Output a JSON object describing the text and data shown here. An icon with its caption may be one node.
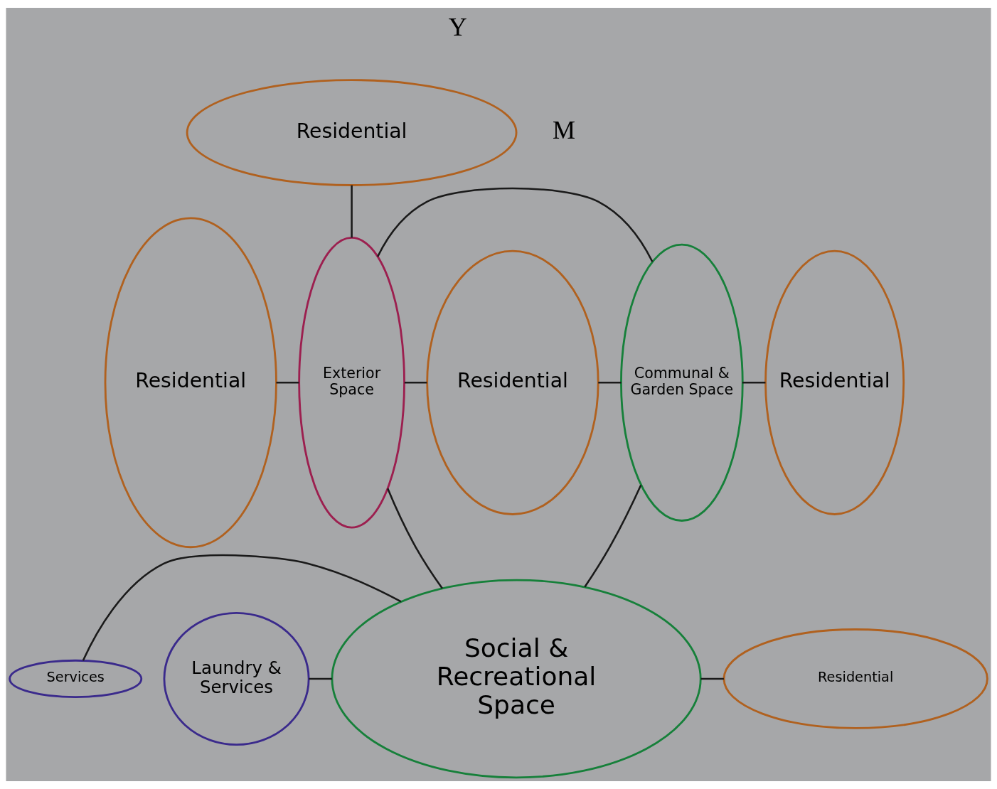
{
  "diagram": {
    "nodes": [
      {
        "text": [
          "Residential"
        ]
      },
      {
        "text": [
          "Residential"
        ]
      },
      {
        "text": [
          "Exterior Space"
        ]
      },
      {
        "text": [
          "Residential"
        ]
      },
      {
        "text": [
          "Communal & Garden Space"
        ]
      },
      {
        "text": [
          "Residential"
        ]
      },
      {
        "text": [
          "Services"
        ]
      },
      {
        "text": [
          "Laundry & Services"
        ]
      },
      {
        "text": [
          "Social & Recreational Space"
        ]
      },
      {
        "text": [
          "Residential"
        ]
      }
    ],
    "edges": [
      {
        "from": 0,
        "to": 2,
        "arrow": "none"
      },
      {
        "from": 1,
        "to": 2,
        "arrow": "none"
      },
      {
        "from": 2,
        "to": 3,
        "arrow": "none"
      },
      {
        "from": 2,
        "to": 4,
        "arrow": "none"
      },
      {
        "from": 3,
        "to": 4,
        "arrow": "none"
      },
      {
        "from": 4,
        "to": 5,
        "arrow": "none"
      },
      {
        "from": 2,
        "to": 8,
        "arrow": "none"
      },
      {
        "from": 6,
        "to": 8,
        "arrow": "none"
      },
      {
        "from": 7,
        "to": 8,
        "arrow": "none"
      },
      {
        "from": 8,
        "to": 4,
        "arrow": "none"
      },
      {
        "from": 8,
        "to": 9,
        "arrow": "none"
      }
    ],
    "labels": [
      "Y",
      "M"
    ]
  }
}
